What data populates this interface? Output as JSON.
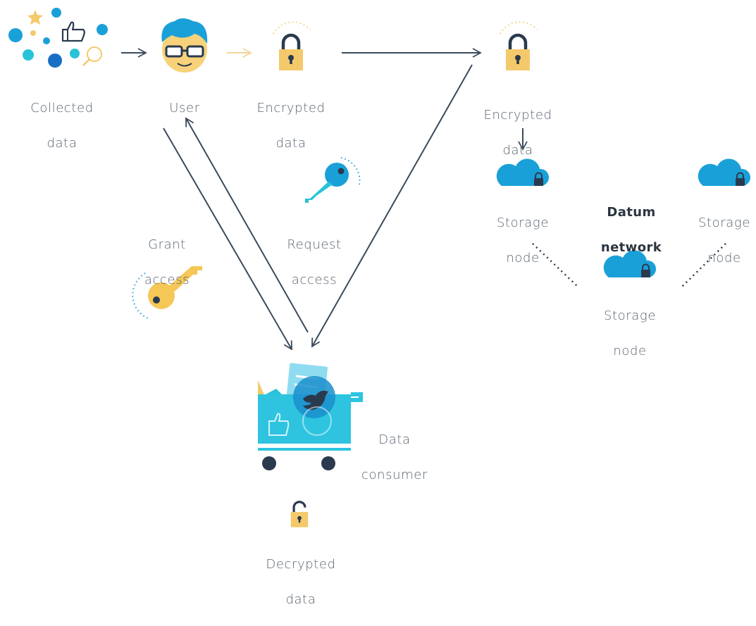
{
  "colors": {
    "arrow": "#3a4a5c",
    "arrow_light": "#f3d59a",
    "lock_body": "#f4c96b",
    "lock_shackle": "#2a3a4e",
    "cloud": "#1aa0d8",
    "teal": "#28c3d8",
    "key_blue": "#1aa0d8",
    "key_yellow": "#f4c756",
    "face_skin": "#f7d27a",
    "hair": "#1aa0d8",
    "cart": "#2ec4e0",
    "wheel": "#2a3a4e"
  },
  "icons": [
    "social-media-cluster-icon",
    "user-avatar-icon",
    "padlock-icon",
    "cloud-lock-icon",
    "key-icon",
    "shopping-cart-icon"
  ],
  "labels": {
    "collected_data": {
      "line1": "Collected",
      "line2": "data"
    },
    "user": {
      "line1": "User"
    },
    "encrypted_data_1": {
      "line1": "Encrypted",
      "line2": "data"
    },
    "encrypted_data_2": {
      "line1": "Encrypted",
      "line2": "data"
    },
    "storage_node_left": {
      "line1": "Storage",
      "line2": "node"
    },
    "storage_node_right": {
      "line1": "Storage",
      "line2": "node"
    },
    "storage_node_bottom": {
      "line1": "Storage",
      "line2": "node"
    },
    "datum_network": {
      "line1": "Datum",
      "line2": "network"
    },
    "grant_access": {
      "line1": "Grant",
      "line2": "access"
    },
    "request_access": {
      "line1": "Request",
      "line2": "access"
    },
    "data_consumer": {
      "line1": "Data",
      "line2": "consumer"
    },
    "decrypted_data": {
      "line1": "Decrypted",
      "line2": "data"
    }
  }
}
